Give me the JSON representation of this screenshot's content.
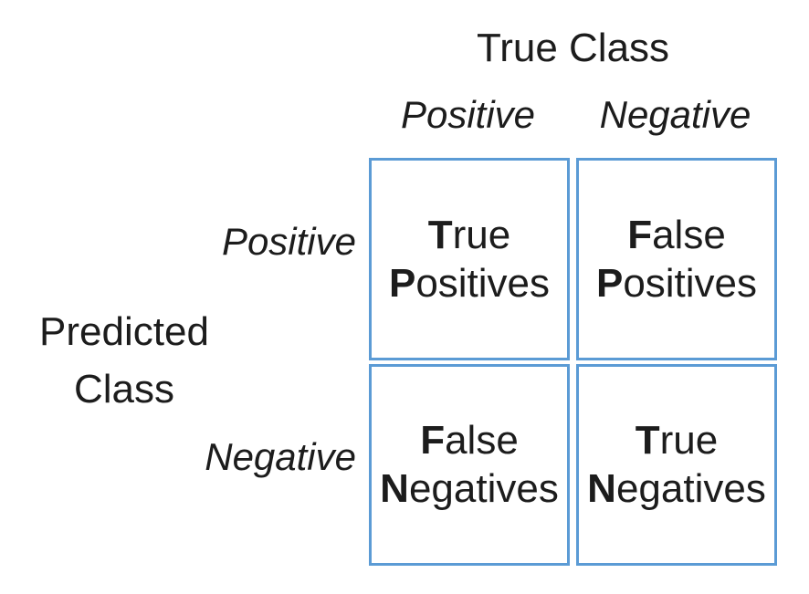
{
  "axes": {
    "true_class_title": "True Class",
    "predicted_class_line1": "Predicted",
    "predicted_class_line2": "Class"
  },
  "columns": [
    {
      "label": "Positive"
    },
    {
      "label": "Negative"
    }
  ],
  "rows": [
    {
      "label": "Positive"
    },
    {
      "label": "Negative"
    }
  ],
  "matrix": {
    "cells": [
      {
        "id": "true-positives",
        "line1": {
          "bold": "T",
          "rest": "rue"
        },
        "line2": {
          "bold": "P",
          "rest": "ositives"
        }
      },
      {
        "id": "false-positives",
        "line1": {
          "bold": "F",
          "rest": "alse"
        },
        "line2": {
          "bold": "P",
          "rest": "ositives"
        }
      },
      {
        "id": "false-negatives",
        "line1": {
          "bold": "F",
          "rest": "alse"
        },
        "line2": {
          "bold": "N",
          "rest": "egatives"
        }
      },
      {
        "id": "true-negatives",
        "line1": {
          "bold": "T",
          "rest": "rue"
        },
        "line2": {
          "bold": "N",
          "rest": "egatives"
        }
      }
    ]
  },
  "colors": {
    "border": "#5b9bd5",
    "text": "#1c1c1c",
    "background": "#ffffff"
  }
}
